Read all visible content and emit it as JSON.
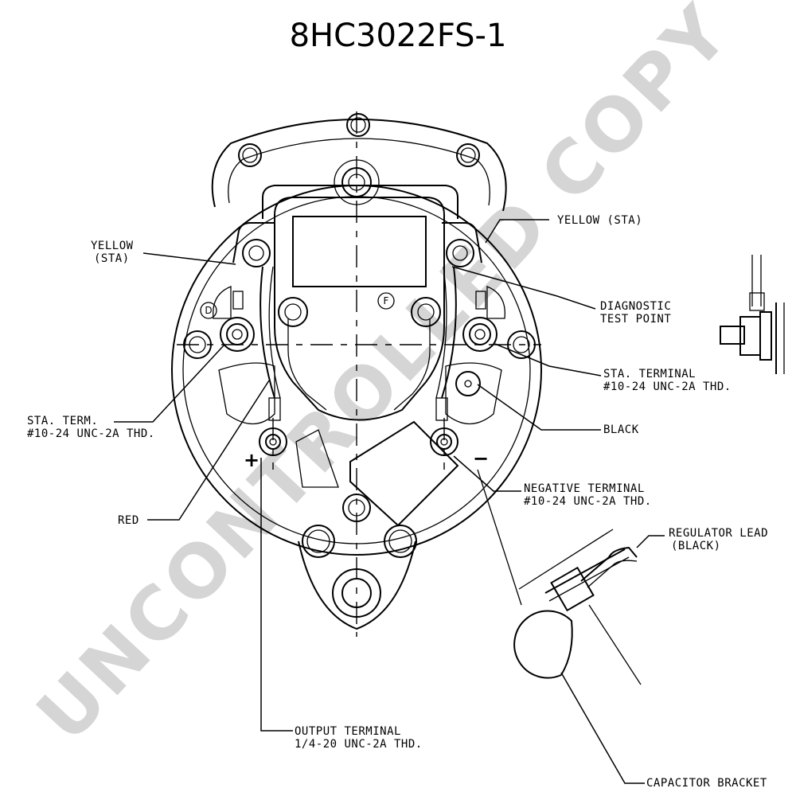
{
  "title": "8HC3022FS-1",
  "watermark": "UNCONTROLLED COPY",
  "markers": {
    "d": "D",
    "f": "F",
    "plus": "+",
    "minus": "−"
  },
  "labels": {
    "yellow_sta_left": [
      "YELLOW",
      "(STA)"
    ],
    "yellow_sta_right": [
      "YELLOW (STA)"
    ],
    "diagnostic_test_point": [
      "DIAGNOSTIC",
      "TEST POINT"
    ],
    "sta_terminal_right": [
      "STA. TERMINAL",
      "#10-24 UNC-2A THD."
    ],
    "sta_term_left": [
      "STA. TERM.",
      "#10-24 UNC-2A THD."
    ],
    "black": [
      "BLACK"
    ],
    "red": [
      "RED"
    ],
    "negative_terminal": [
      "NEGATIVE TERMINAL",
      "#10-24 UNC-2A THD."
    ],
    "regulator_lead": [
      "REGULATOR LEAD",
      "(BLACK)"
    ],
    "output_terminal": [
      "OUTPUT TERMINAL",
      "1/4-20 UNC-2A THD."
    ],
    "capacitor_bracket": [
      "CAPACITOR BRACKET"
    ]
  }
}
